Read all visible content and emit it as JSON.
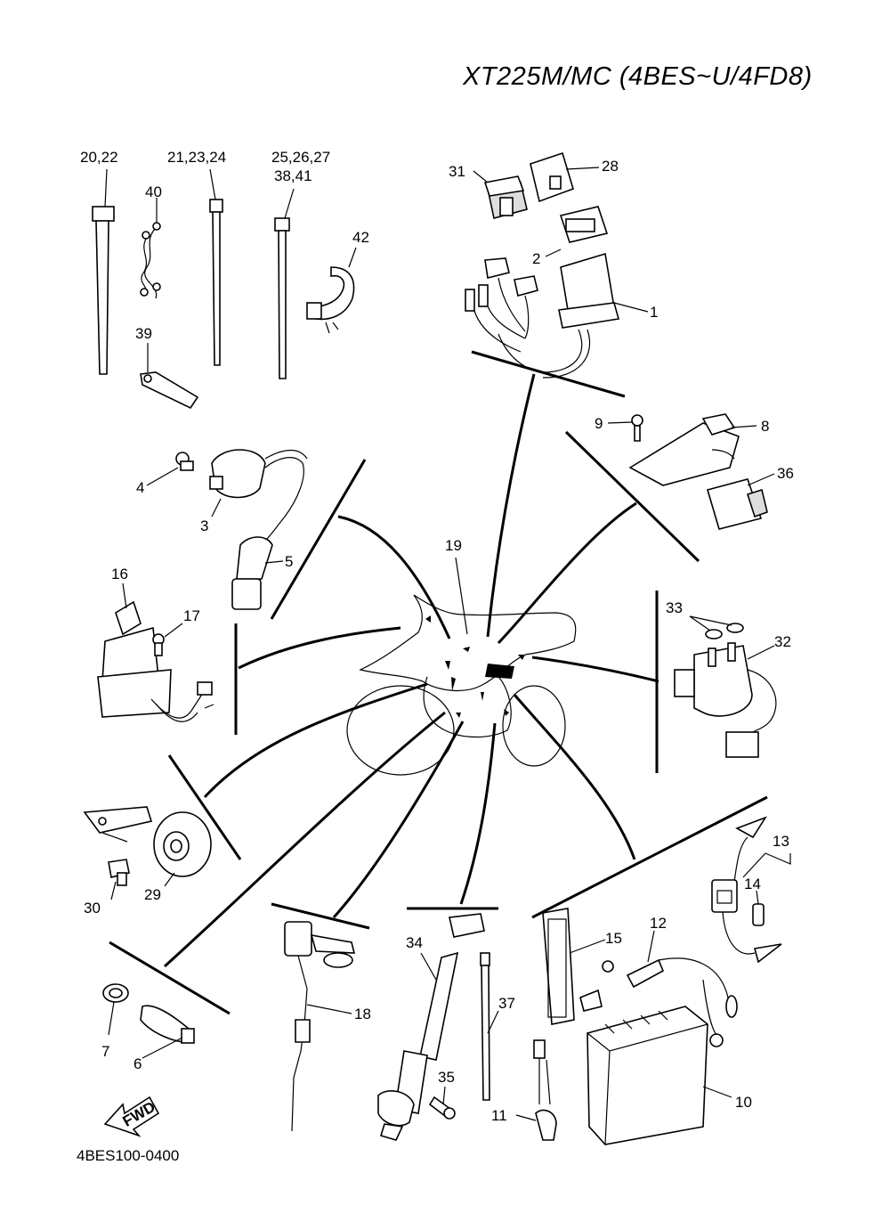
{
  "title": "XT225M/MC (4BES~U/4FD8)",
  "diagram_code": "4BES100-0400",
  "fwd_label": "FWD",
  "labels": {
    "l1": "1",
    "l2": "2",
    "l3": "3",
    "l4": "4",
    "l5": "5",
    "l6": "6",
    "l7": "7",
    "l8": "8",
    "l9": "9",
    "l10": "10",
    "l11": "11",
    "l12": "12",
    "l13": "13",
    "l14": "14",
    "l15": "15",
    "l16": "16",
    "l17": "17",
    "l18": "18",
    "l19": "19",
    "l20_22": "20,22",
    "l21_23_24": "21,23,24",
    "l25_26_27": "25,26,27",
    "l38_41": "38,41",
    "l28": "28",
    "l29": "29",
    "l30": "30",
    "l31": "31",
    "l32": "32",
    "l33": "33",
    "l34": "34",
    "l35": "35",
    "l36": "36",
    "l37": "37",
    "l39": "39",
    "l40": "40",
    "l42": "42"
  }
}
